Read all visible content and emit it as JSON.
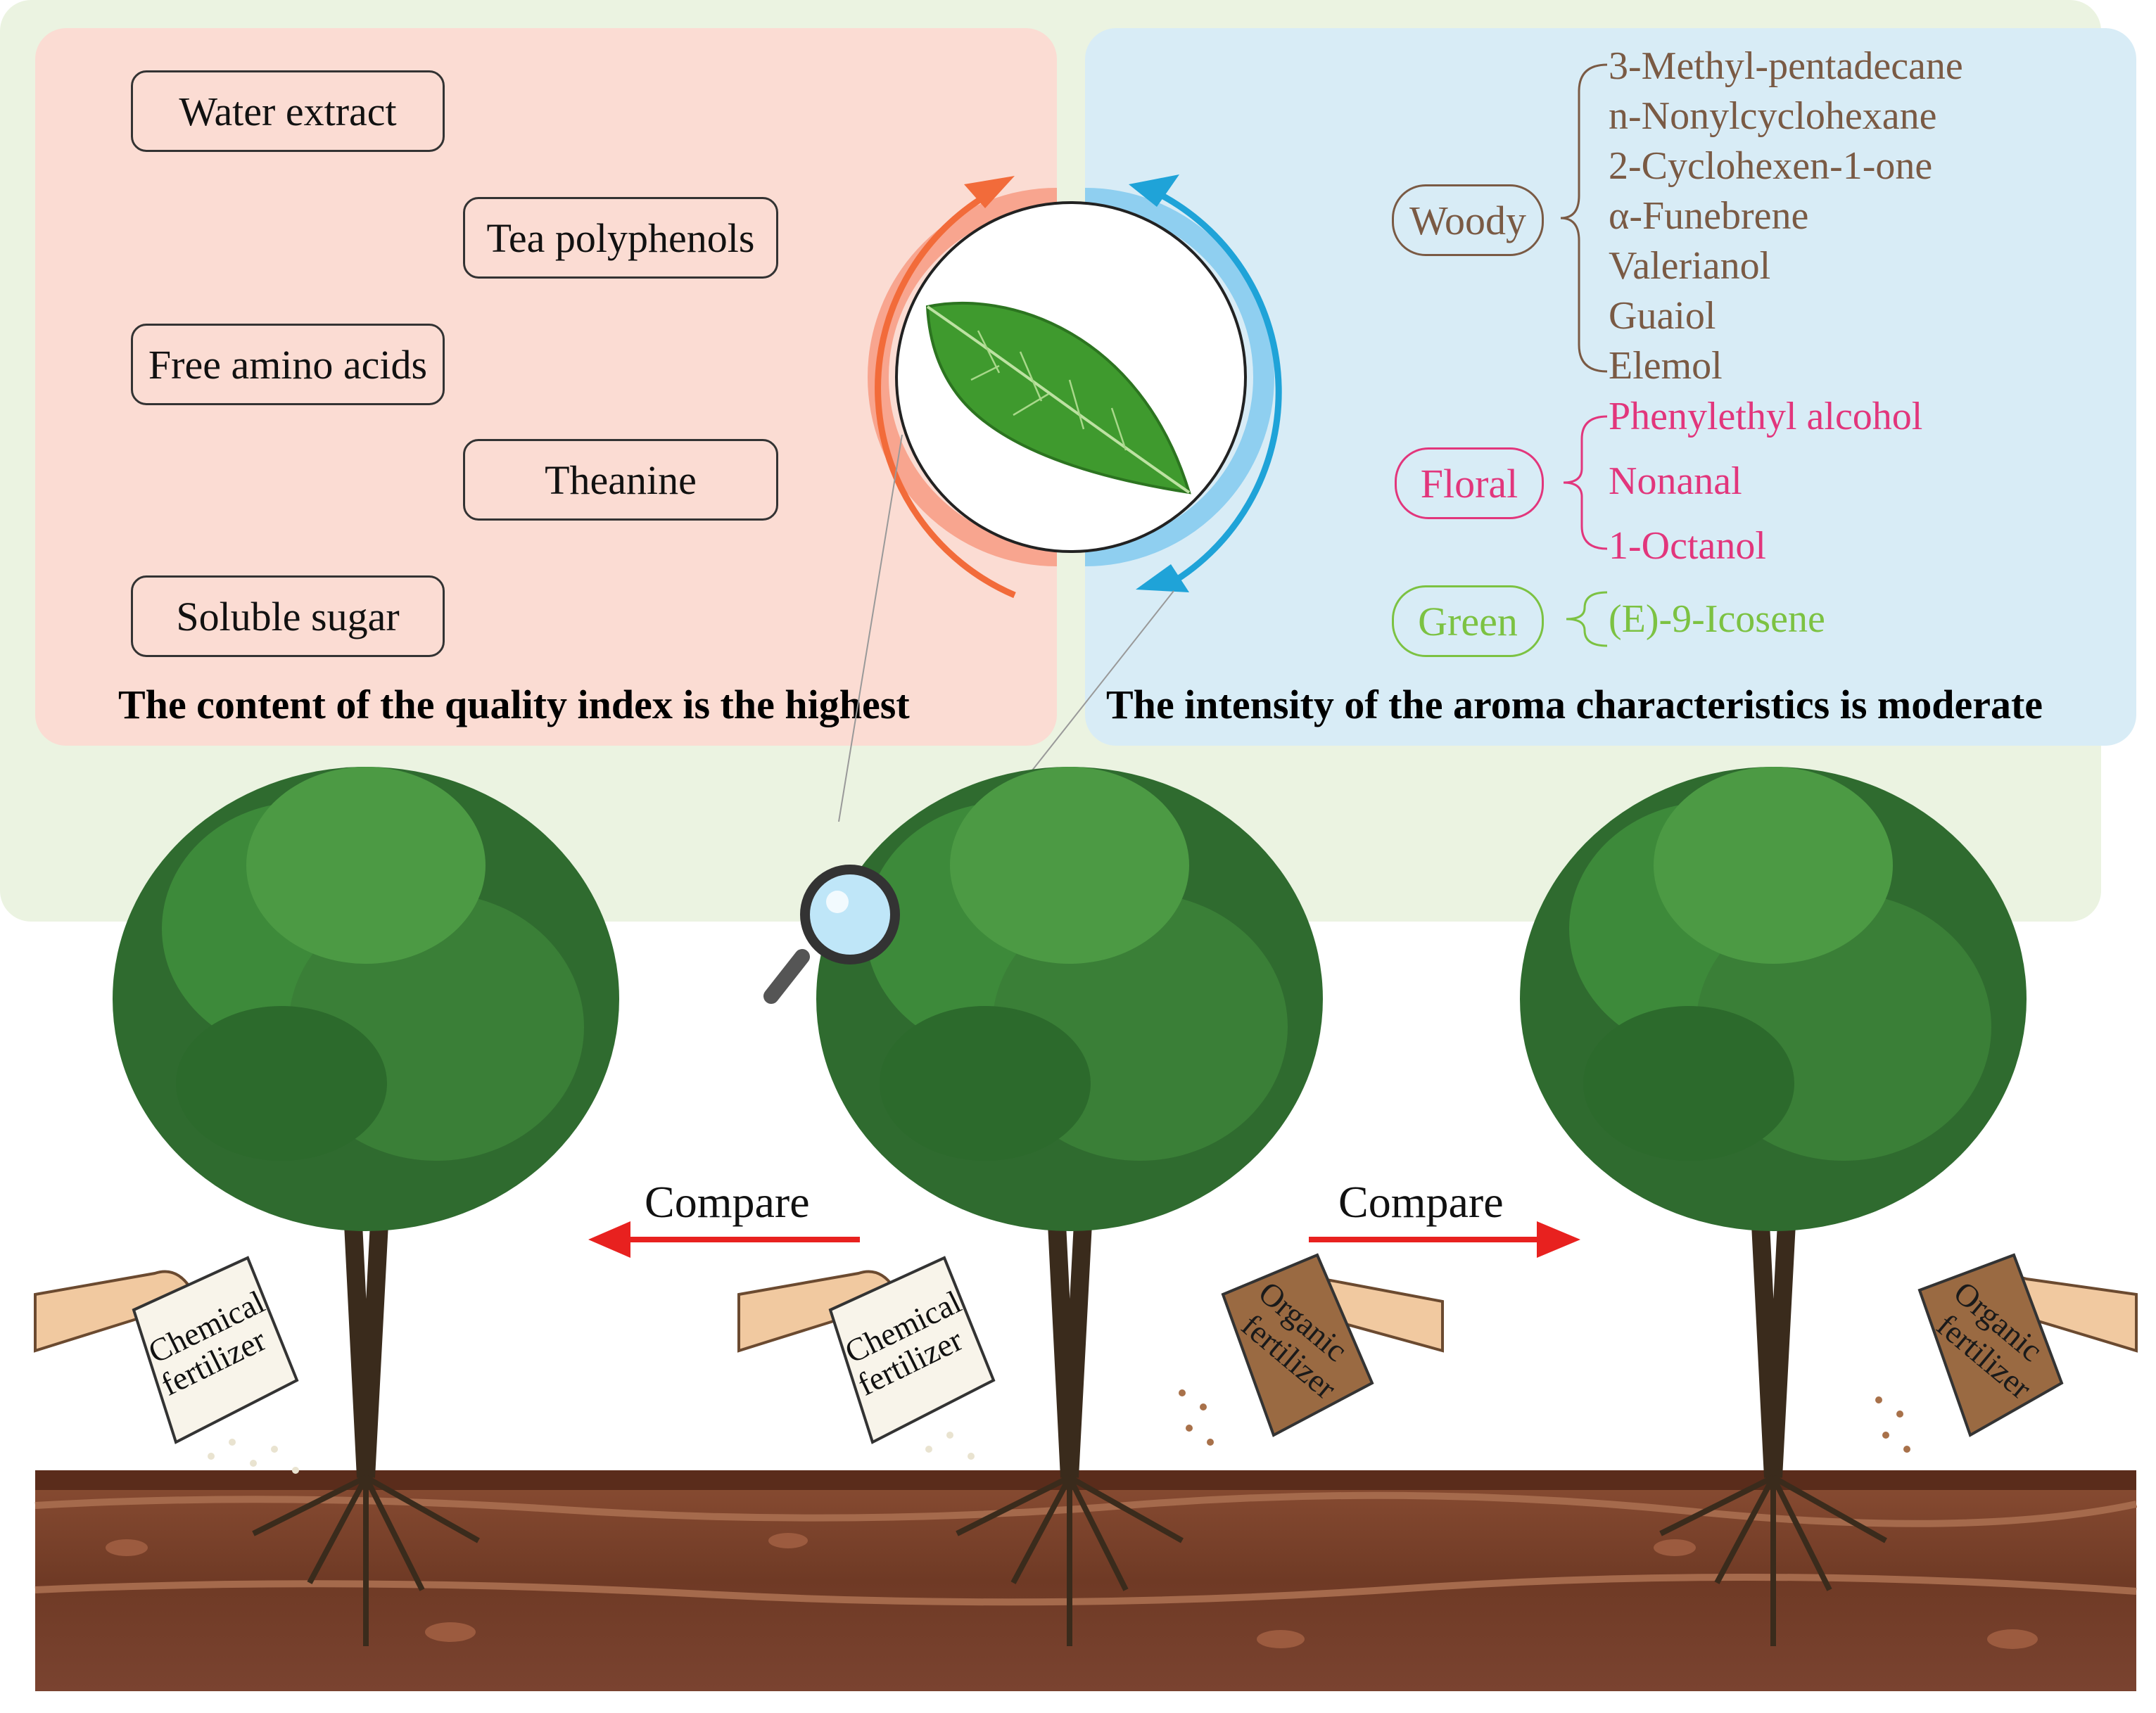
{
  "quality": {
    "items": [
      "Water extract",
      "Tea polyphenols",
      "Free amino acids",
      "Theanine",
      "Soluble sugar"
    ],
    "caption": "The content of the quality index is the highest"
  },
  "aroma": {
    "categories": [
      {
        "name": "Woody",
        "color": "#7a5a44",
        "compounds": [
          "3-Methyl-pentadecane",
          "n-Nonylcyclohexane",
          "2-Cyclohexen-1-one",
          "α-Funebrene",
          "Valerianol",
          "Guaiol",
          "Elemol"
        ]
      },
      {
        "name": "Floral",
        "color": "#e2367c",
        "compounds": [
          "Phenylethyl alcohol",
          "Nonanal",
          "1-Octanol"
        ]
      },
      {
        "name": "Green",
        "color": "#7cc242",
        "compounds": [
          "(E)-9-Icosene"
        ]
      }
    ],
    "caption": "The intensity of the aroma characteristics is moderate"
  },
  "field": {
    "compare_left": "Compare",
    "compare_right": "Compare",
    "bags": {
      "chemical": [
        "Chemical",
        "fertilizer"
      ],
      "organic": [
        "Organic",
        "fertilizer"
      ]
    }
  },
  "colors": {
    "quality_bg": "#fbdcd3",
    "aroma_bg": "#d8ecf6",
    "field_bg": "#ebf3e1",
    "arrow_orange": "#f26b3a",
    "arrow_blue": "#1fa3d8",
    "compare_arrow": "#e8211f"
  }
}
